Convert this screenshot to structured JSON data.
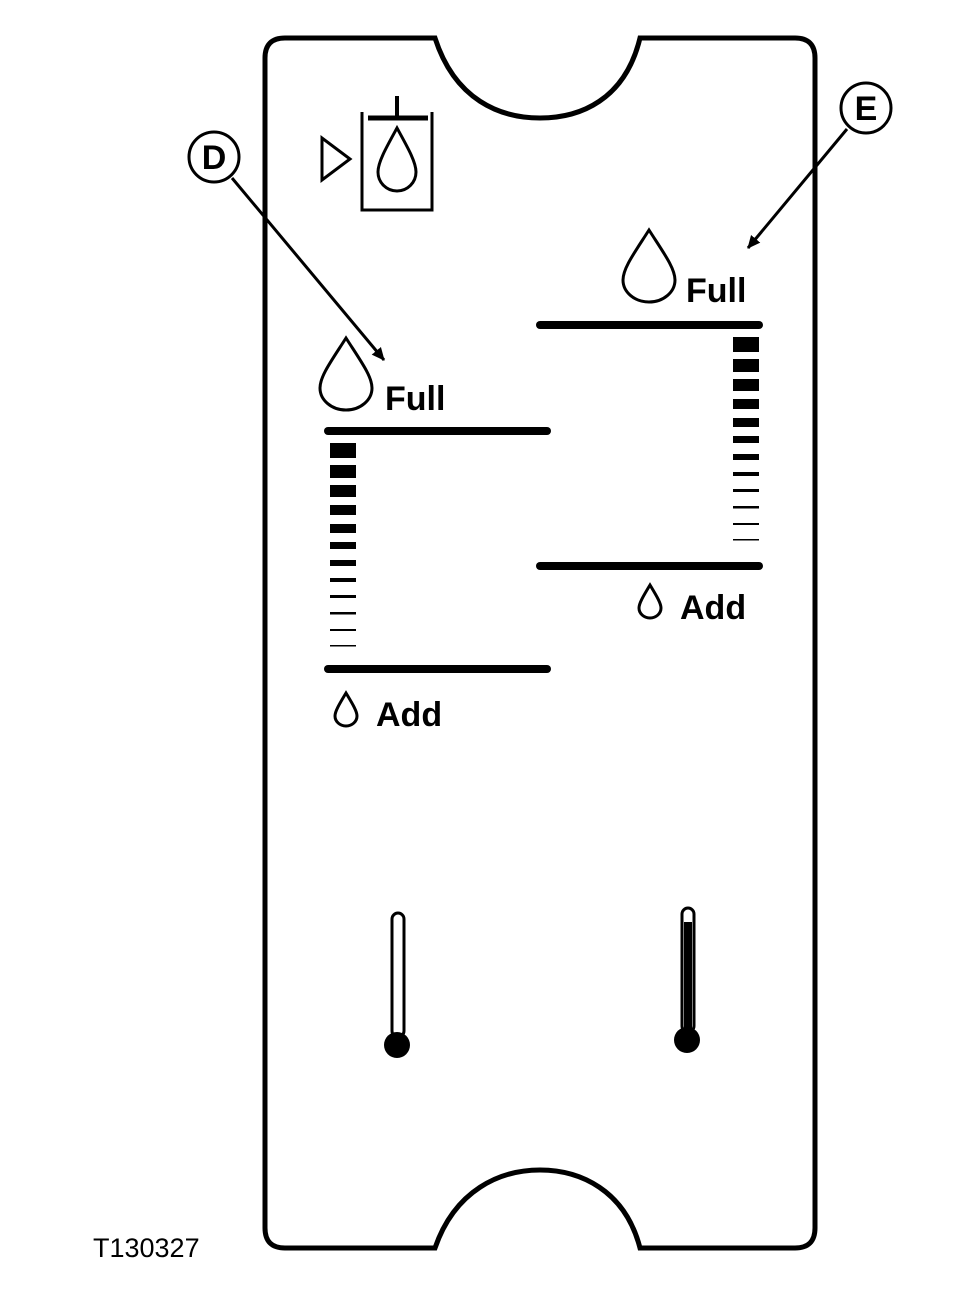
{
  "figure_id": "T130327",
  "callouts": {
    "left": "D",
    "right": "E"
  },
  "left_gauge": {
    "full_label": "Full",
    "add_label": "Add"
  },
  "right_gauge": {
    "full_label": "Full",
    "add_label": "Add"
  },
  "thermometers": {
    "cold_level": 0.0,
    "hot_level": 1.0
  },
  "colors": {
    "ink": "#000000",
    "paper": "#ffffff"
  },
  "icons": [
    "reservoir-icon",
    "oil-drop-icon",
    "thermometer-cold-icon",
    "thermometer-hot-icon"
  ]
}
